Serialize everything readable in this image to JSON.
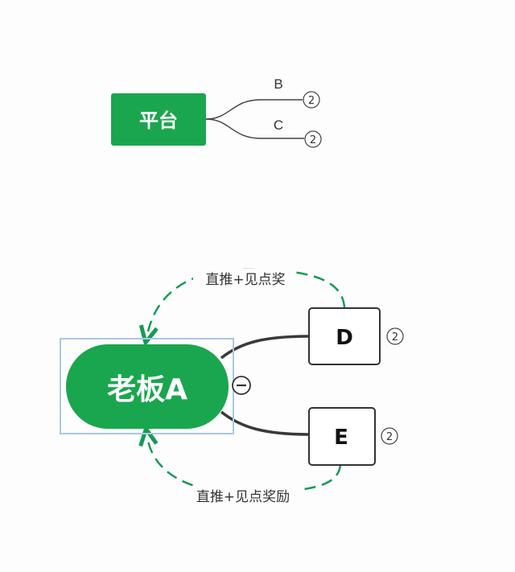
{
  "diagram": {
    "top_tree": {
      "root_label": "平台",
      "branches": [
        {
          "label": "B",
          "badge": "2"
        },
        {
          "label": "C",
          "badge": "2"
        }
      ]
    },
    "bottom_tree": {
      "root_label": "老板A",
      "collapse_symbol": "−",
      "children": [
        {
          "label": "D",
          "badge": "2"
        },
        {
          "label": "E",
          "badge": "2"
        }
      ],
      "relations": [
        {
          "label": "直推+见点奖"
        },
        {
          "label": "直推+见点奖励"
        }
      ]
    },
    "colors": {
      "node_green": "#1aa64e",
      "relation_green": "#169b54",
      "selection_blue": "#a9c7ea",
      "line_dark": "#3a3a3a"
    }
  }
}
